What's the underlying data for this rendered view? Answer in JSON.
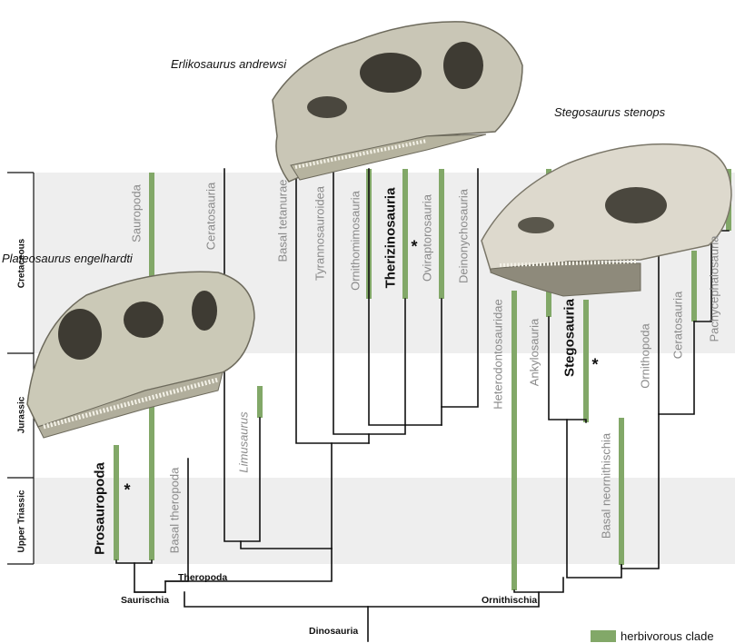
{
  "periods": [
    "Cretaceous",
    "Jurassic",
    "Upper Triassic"
  ],
  "taxa": {
    "prosauropoda": "Prosauropoda",
    "sauropoda": "Sauropoda",
    "basal_theropoda": "Basal theropoda",
    "ceratosauria_theropod": "Ceratosauria",
    "limusaurus": "Limusaurus",
    "basal_tetanurae": "Basal tetanurae",
    "tyrannosauroidea": "Tyrannosauroidea",
    "ornithomimosauria": "Ornithomimosauria",
    "therizinosauria": "Therizinosauria",
    "oviraptorosauria": "Oviraptorosauria",
    "deinonychosauria": "Deinonychosauria",
    "heterodontosauridae": "Heterodontosauridae",
    "ankylosauria": "Ankylosauria",
    "stegosauria": "Stegosauria",
    "basal_neornithischia": "Basal neornithischia",
    "ornithopoda": "Ornithopoda",
    "ceratosauria_ornithischian": "Ceratosauria",
    "pachycephalosauria": "Pachycephalosauria"
  },
  "nodes": {
    "theropoda": "Theropoda",
    "saurischia": "Saurischia",
    "ornithischia": "Ornithischia",
    "dinosauria": "Dinosauria"
  },
  "species": {
    "erlikosaurus": "Erlikosaurus andrewsi",
    "stegosaurus": "Stegosaurus stenops",
    "plateosaurus": "Plateosaurus engelhardti"
  },
  "star_symbol": "*",
  "legend": {
    "label": "herbivorous clade",
    "color": "#82a868"
  },
  "colors": {
    "band": "#eeeeee",
    "tree": "#111111",
    "taxon_text": "#8a8a8a"
  }
}
